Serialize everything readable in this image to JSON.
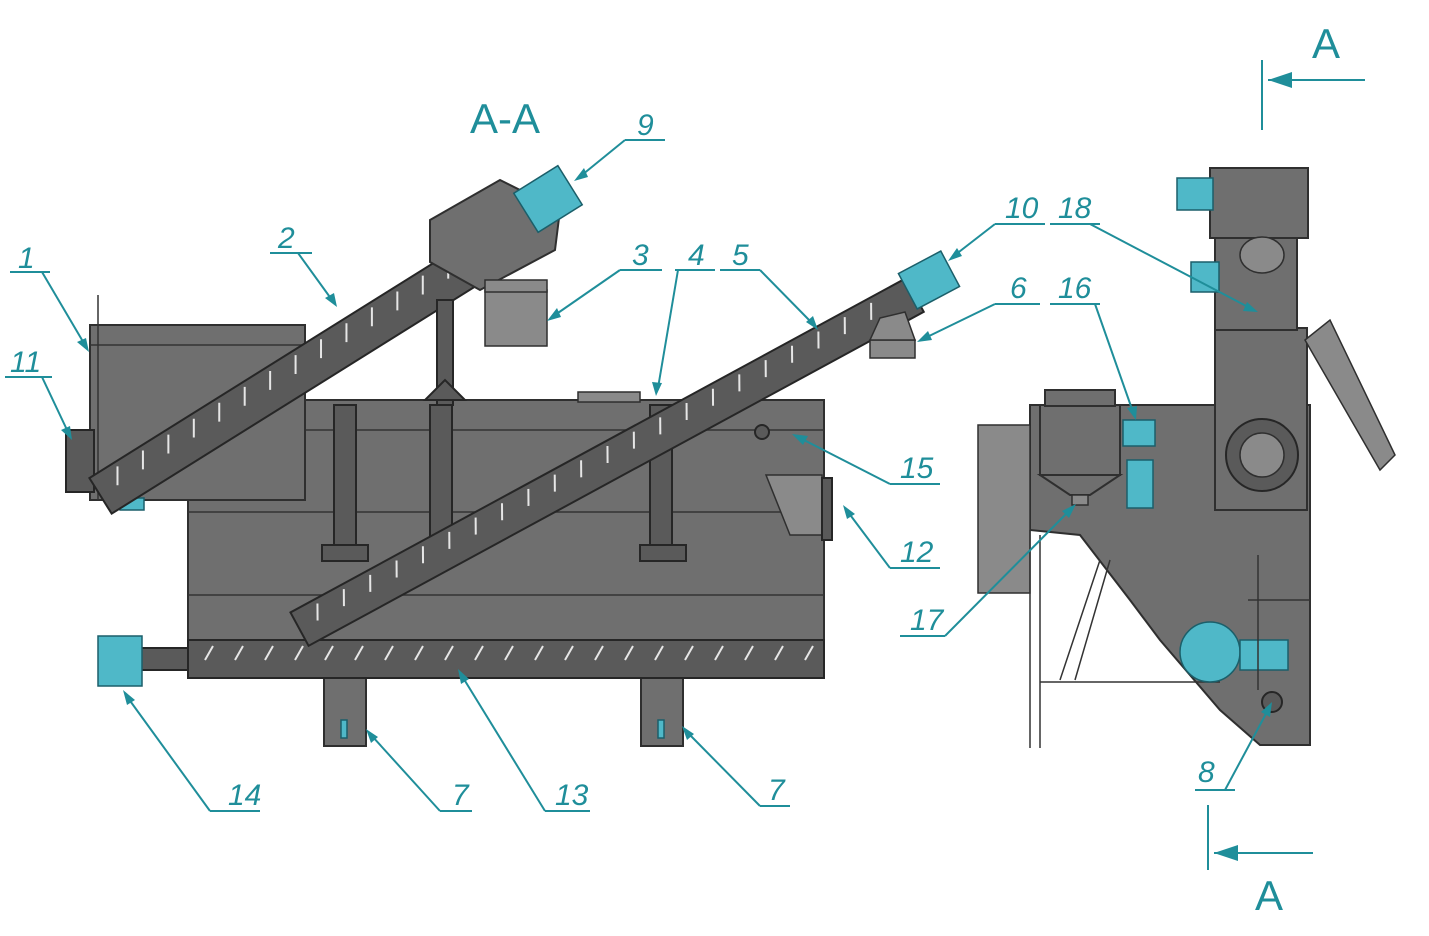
{
  "section_view_label": "A-A",
  "section_mark_top": "A",
  "section_mark_bottom": "A",
  "callouts": {
    "c1": "1",
    "c2": "2",
    "c3": "3",
    "c4": "4",
    "c5": "5",
    "c6": "6",
    "c7a": "7",
    "c7b": "7",
    "c8": "8",
    "c9": "9",
    "c10": "10",
    "c11": "11",
    "c12": "12",
    "c13": "13",
    "c14": "14",
    "c15": "15",
    "c16": "16",
    "c17": "17",
    "c18": "18"
  },
  "colors": {
    "accent": "#1f8e9a",
    "body": "#6f6f6f",
    "motor": "#4fb8c8"
  }
}
